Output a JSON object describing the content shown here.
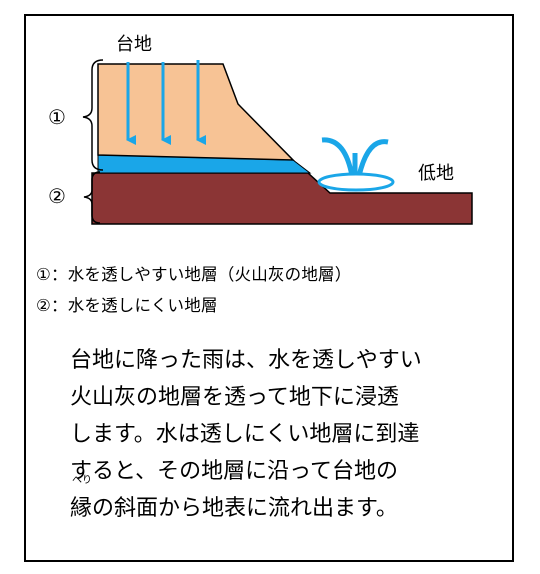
{
  "diagram": {
    "label_plateau": "台地",
    "label_lowland": "低地",
    "label_layer1": "①",
    "label_layer2": "②",
    "colors": {
      "permeable_layer": "#f7c395",
      "impermeable_layer": "#8b3535",
      "water": "#1aa6e8",
      "outline": "#000000"
    }
  },
  "legend": {
    "line1": "①：水を透しやすい地層（火山灰の地層）",
    "line2": "②：水を透しにくい地層"
  },
  "description": {
    "line1": "台地に降った雨は、水を透しやすい",
    "line2": "火山灰の地層を透って地下に浸透",
    "line3": "します。水は透しにくい地層に到達",
    "line4": "すると、その地層に沿って台地の",
    "line5_ruby_base": "縁",
    "line5_ruby_reading": "へり",
    "line5_rest": "の斜面から地表に流れ出ます。"
  }
}
